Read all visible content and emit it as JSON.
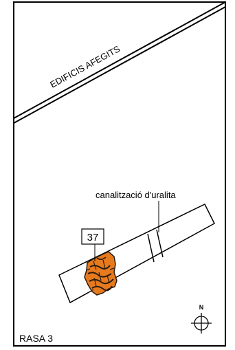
{
  "labels": {
    "road": "EDIFICIS AFEGITS",
    "pipe": "canalització d'uralita",
    "context_number": "37",
    "trench": "RASA 3",
    "north": "N"
  },
  "colors": {
    "line": "#000000",
    "fill_orange": "#e87a1e",
    "fill_dark": "#2b1d10"
  },
  "icons": {
    "north_arrow": "north-arrow-icon"
  }
}
